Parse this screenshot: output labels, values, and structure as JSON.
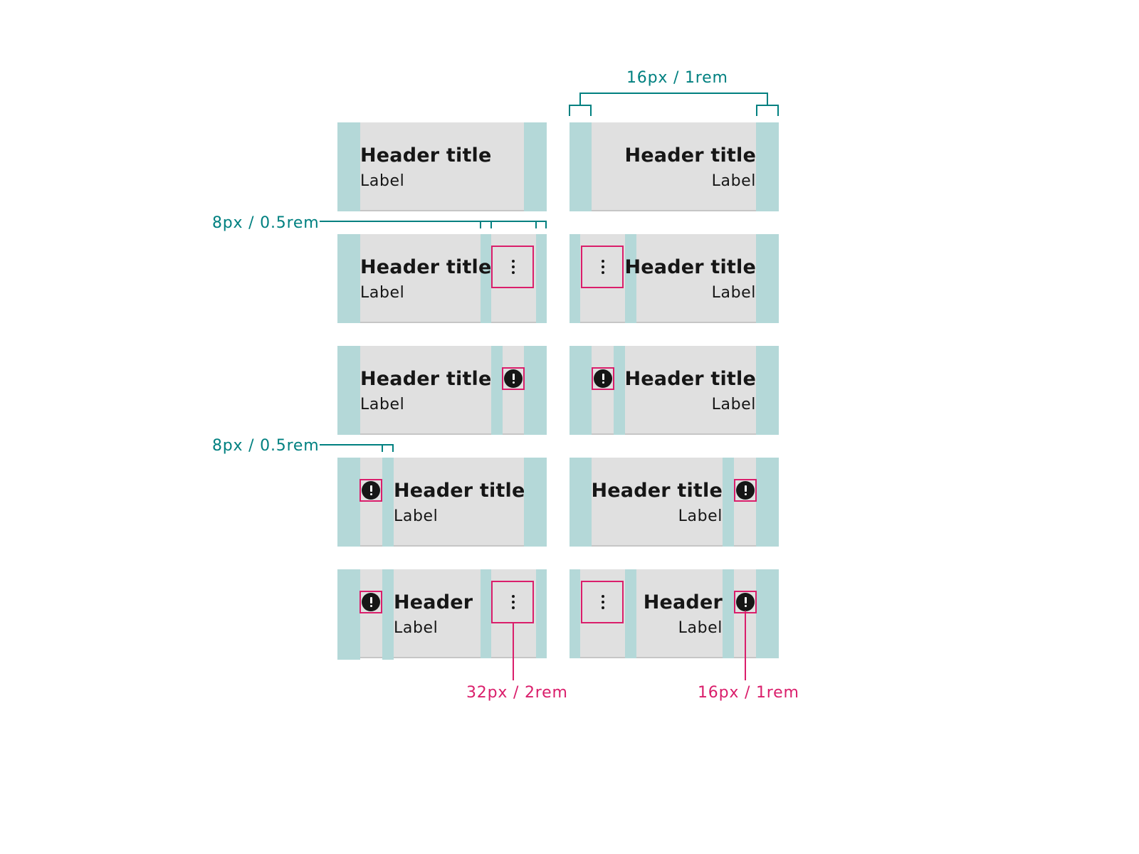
{
  "colors": {
    "spacing_annotation": "#008080",
    "sizing_annotation": "#da1e6b",
    "padding_highlight": "#b4d8d8",
    "cell_background": "#e0e0e0",
    "text": "#161616"
  },
  "icons": {
    "overflow": "overflow-menu-vertical-icon",
    "status": "warning-filled-icon"
  },
  "annotations": {
    "cell_padding": "16px / 1rem",
    "icon_gap_top": "8px / 0.5rem",
    "icon_gap_middle": "8px / 0.5rem",
    "overflow_button_size": "32px / 2rem",
    "status_icon_size": "16px / 1rem"
  },
  "cells": {
    "r1_left": {
      "title": "Header title",
      "label": "Label"
    },
    "r1_right": {
      "title": "Header title",
      "label": "Label"
    },
    "r2_left": {
      "title": "Header title",
      "label": "Label"
    },
    "r2_right": {
      "title": "Header title",
      "label": "Label"
    },
    "r3_left": {
      "title": "Header title",
      "label": "Label"
    },
    "r3_right": {
      "title": "Header title",
      "label": "Label"
    },
    "r4_left": {
      "title": "Header title",
      "label": "Label"
    },
    "r4_right": {
      "title": "Header title",
      "label": "Label"
    },
    "r5_left": {
      "title": "Header",
      "label": "Label"
    },
    "r5_right": {
      "title": "Header",
      "label": "Label"
    }
  }
}
